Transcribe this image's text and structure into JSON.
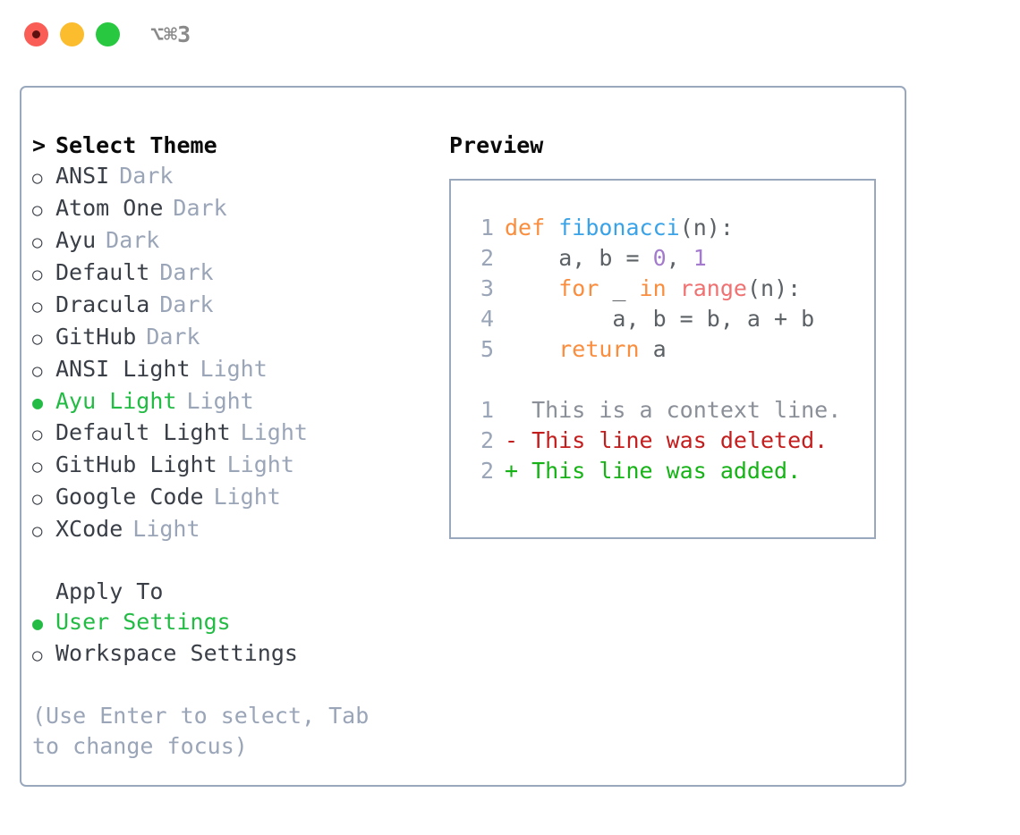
{
  "titlebar": {
    "shortcut": "⌥⌘3",
    "buttons": [
      {
        "name": "close",
        "color": "#fa5d55"
      },
      {
        "name": "minimize",
        "color": "#fbbd2e"
      },
      {
        "name": "maximize",
        "color": "#28c840"
      }
    ]
  },
  "theme_picker": {
    "caret": ">",
    "heading": "Select Theme",
    "bullet_selected": "●",
    "bullet_unselected": "○",
    "options": [
      {
        "label": "ANSI",
        "tag": "Dark",
        "selected": false
      },
      {
        "label": "Atom One",
        "tag": "Dark",
        "selected": false
      },
      {
        "label": "Ayu",
        "tag": "Dark",
        "selected": false
      },
      {
        "label": "Default",
        "tag": "Dark",
        "selected": false
      },
      {
        "label": "Dracula",
        "tag": "Dark",
        "selected": false
      },
      {
        "label": "GitHub",
        "tag": "Dark",
        "selected": false
      },
      {
        "label": "ANSI Light",
        "tag": "Light",
        "selected": false
      },
      {
        "label": "Ayu Light",
        "tag": "Light",
        "selected": true
      },
      {
        "label": "Default Light",
        "tag": "Light",
        "selected": false
      },
      {
        "label": "GitHub Light",
        "tag": "Light",
        "selected": false
      },
      {
        "label": "Google Code",
        "tag": "Light",
        "selected": false
      },
      {
        "label": "XCode",
        "tag": "Light",
        "selected": false
      }
    ]
  },
  "apply_to": {
    "heading": "Apply To",
    "options": [
      {
        "label": "User Settings",
        "selected": true
      },
      {
        "label": "Workspace Settings",
        "selected": false
      }
    ]
  },
  "hint": "(Use Enter to select, Tab to change focus)",
  "preview": {
    "title": "Preview",
    "code_lines": [
      {
        "lineno": "1",
        "tokens": [
          {
            "text": "def ",
            "kind": "kw"
          },
          {
            "text": "fibonacci",
            "kind": "fn"
          },
          {
            "text": "(n):",
            "kind": "punc"
          }
        ]
      },
      {
        "lineno": "2",
        "tokens": [
          {
            "text": "    a, b = ",
            "kind": "plain"
          },
          {
            "text": "0",
            "kind": "num"
          },
          {
            "text": ", ",
            "kind": "plain"
          },
          {
            "text": "1",
            "kind": "num"
          }
        ]
      },
      {
        "lineno": "3",
        "tokens": [
          {
            "text": "    ",
            "kind": "plain"
          },
          {
            "text": "for ",
            "kind": "kw"
          },
          {
            "text": "_ ",
            "kind": "plain"
          },
          {
            "text": "in ",
            "kind": "kw"
          },
          {
            "text": "range",
            "kind": "bi"
          },
          {
            "text": "(n):",
            "kind": "punc"
          }
        ]
      },
      {
        "lineno": "4",
        "tokens": [
          {
            "text": "        a, b = b, a + b",
            "kind": "plain"
          }
        ]
      },
      {
        "lineno": "5",
        "tokens": [
          {
            "text": "    ",
            "kind": "plain"
          },
          {
            "text": "return ",
            "kind": "kw"
          },
          {
            "text": "a",
            "kind": "plain"
          }
        ]
      }
    ],
    "diff_lines": [
      {
        "lineno": "1",
        "marker": " ",
        "text": "  This is a context line.",
        "kind": "ctx"
      },
      {
        "lineno": "2",
        "marker": "-",
        "text": "- This line was deleted.",
        "kind": "del"
      },
      {
        "lineno": "2",
        "marker": "+",
        "text": "+ This line was added.",
        "kind": "add"
      }
    ]
  },
  "colors": {
    "accent_green": "#22bb44",
    "border": "#9aa8bd",
    "muted": "#9aa5b8",
    "keyword": "#fa8d3e",
    "function": "#3aa3e8",
    "number": "#a37acc",
    "builtin": "#f07171",
    "diff_add": "#16b316",
    "diff_del": "#c41d1d"
  }
}
